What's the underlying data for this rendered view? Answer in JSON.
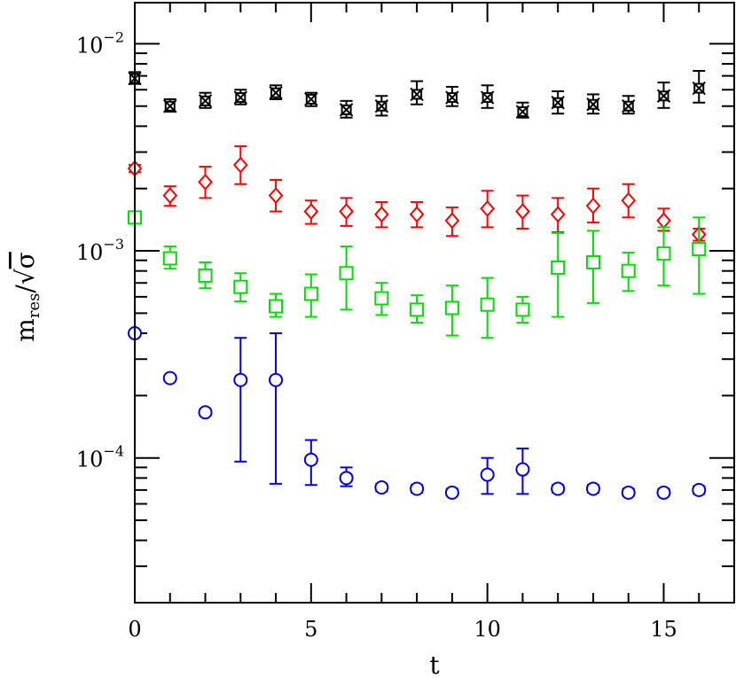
{
  "chart_data": {
    "type": "scatter",
    "xlabel": "t",
    "ylabel": {
      "base": "m",
      "subscript": "res",
      "separator": "/",
      "radical": "√",
      "symbol": "σ"
    },
    "yscale": "log",
    "xlim": [
      0,
      17
    ],
    "ylim": [
      2e-05,
      0.0158
    ],
    "x_ticks": [
      {
        "value": 0,
        "label": "0"
      },
      {
        "value": 5,
        "label": "5"
      },
      {
        "value": 10,
        "label": "10"
      },
      {
        "value": 15,
        "label": "15"
      }
    ],
    "y_ticks": [
      {
        "value": 0.0001,
        "mantissa": "10",
        "exponent": "−4"
      },
      {
        "value": 0.001,
        "mantissa": "10",
        "exponent": "−3"
      },
      {
        "value": 0.01,
        "mantissa": "10",
        "exponent": "−2"
      }
    ],
    "grid": false,
    "legend": "none",
    "series": [
      {
        "color": "#000000",
        "marker": "star-square",
        "points": [
          {
            "x": 0,
            "y": 0.0068,
            "lo": 0.0064,
            "hi": 0.0073
          },
          {
            "x": 1,
            "y": 0.005,
            "lo": 0.0047,
            "hi": 0.0054
          },
          {
            "x": 2,
            "y": 0.0053,
            "lo": 0.0049,
            "hi": 0.0058
          },
          {
            "x": 3,
            "y": 0.0055,
            "lo": 0.0051,
            "hi": 0.006
          },
          {
            "x": 4,
            "y": 0.0058,
            "lo": 0.0054,
            "hi": 0.0063
          },
          {
            "x": 5,
            "y": 0.0054,
            "lo": 0.005,
            "hi": 0.0058
          },
          {
            "x": 6,
            "y": 0.0048,
            "lo": 0.0044,
            "hi": 0.0053
          },
          {
            "x": 7,
            "y": 0.005,
            "lo": 0.0045,
            "hi": 0.0056
          },
          {
            "x": 8,
            "y": 0.0057,
            "lo": 0.0051,
            "hi": 0.0066
          },
          {
            "x": 9,
            "y": 0.0055,
            "lo": 0.005,
            "hi": 0.0062
          },
          {
            "x": 10,
            "y": 0.0055,
            "lo": 0.0049,
            "hi": 0.0063
          },
          {
            "x": 11,
            "y": 0.0047,
            "lo": 0.0044,
            "hi": 0.0052
          },
          {
            "x": 12,
            "y": 0.0052,
            "lo": 0.0046,
            "hi": 0.0059
          },
          {
            "x": 13,
            "y": 0.0051,
            "lo": 0.0046,
            "hi": 0.0057
          },
          {
            "x": 14,
            "y": 0.005,
            "lo": 0.0046,
            "hi": 0.0056
          },
          {
            "x": 15,
            "y": 0.0056,
            "lo": 0.0049,
            "hi": 0.0065
          },
          {
            "x": 16,
            "y": 0.0061,
            "lo": 0.0052,
            "hi": 0.0074
          }
        ]
      },
      {
        "color": "#ff0000",
        "marker": "diamond",
        "points": [
          {
            "x": 0,
            "y": 0.0025,
            "lo": 0.0024,
            "hi": 0.0026
          },
          {
            "x": 1,
            "y": 0.00185,
            "lo": 0.00165,
            "hi": 0.00205
          },
          {
            "x": 2,
            "y": 0.00215,
            "lo": 0.0018,
            "hi": 0.00255
          },
          {
            "x": 3,
            "y": 0.0026,
            "lo": 0.0021,
            "hi": 0.0032
          },
          {
            "x": 4,
            "y": 0.00185,
            "lo": 0.00155,
            "hi": 0.0022
          },
          {
            "x": 5,
            "y": 0.00155,
            "lo": 0.00135,
            "hi": 0.00175
          },
          {
            "x": 6,
            "y": 0.00155,
            "lo": 0.00132,
            "hi": 0.0018
          },
          {
            "x": 7,
            "y": 0.0015,
            "lo": 0.0013,
            "hi": 0.00172
          },
          {
            "x": 8,
            "y": 0.0015,
            "lo": 0.0013,
            "hi": 0.00172
          },
          {
            "x": 9,
            "y": 0.0014,
            "lo": 0.00118,
            "hi": 0.00162
          },
          {
            "x": 10,
            "y": 0.0016,
            "lo": 0.0013,
            "hi": 0.00195
          },
          {
            "x": 11,
            "y": 0.00155,
            "lo": 0.00128,
            "hi": 0.00185
          },
          {
            "x": 12,
            "y": 0.0015,
            "lo": 0.00123,
            "hi": 0.0018
          },
          {
            "x": 13,
            "y": 0.00165,
            "lo": 0.00137,
            "hi": 0.002
          },
          {
            "x": 14,
            "y": 0.00175,
            "lo": 0.00145,
            "hi": 0.0021
          },
          {
            "x": 15,
            "y": 0.0014,
            "lo": 0.00125,
            "hi": 0.0016
          },
          {
            "x": 16,
            "y": 0.0012,
            "lo": 0.00112,
            "hi": 0.00128
          }
        ]
      },
      {
        "color": "#00dd00",
        "marker": "square",
        "points": [
          {
            "x": 0,
            "y": 0.00145,
            "lo": 0.0014,
            "hi": 0.0015
          },
          {
            "x": 1,
            "y": 0.00092,
            "lo": 0.00082,
            "hi": 0.00105
          },
          {
            "x": 2,
            "y": 0.00076,
            "lo": 0.00066,
            "hi": 0.00088
          },
          {
            "x": 3,
            "y": 0.00067,
            "lo": 0.00057,
            "hi": 0.00078
          },
          {
            "x": 4,
            "y": 0.00054,
            "lo": 0.00048,
            "hi": 0.00062
          },
          {
            "x": 5,
            "y": 0.00062,
            "lo": 0.00048,
            "hi": 0.00077
          },
          {
            "x": 6,
            "y": 0.00078,
            "lo": 0.00052,
            "hi": 0.00105
          },
          {
            "x": 7,
            "y": 0.00059,
            "lo": 0.00049,
            "hi": 0.0007
          },
          {
            "x": 8,
            "y": 0.00052,
            "lo": 0.00045,
            "hi": 0.00061
          },
          {
            "x": 9,
            "y": 0.00053,
            "lo": 0.00039,
            "hi": 0.00068
          },
          {
            "x": 10,
            "y": 0.00055,
            "lo": 0.00038,
            "hi": 0.00074
          },
          {
            "x": 11,
            "y": 0.00052,
            "lo": 0.00045,
            "hi": 0.0006
          },
          {
            "x": 12,
            "y": 0.00083,
            "lo": 0.00048,
            "hi": 0.00122
          },
          {
            "x": 13,
            "y": 0.00088,
            "lo": 0.00056,
            "hi": 0.00125
          },
          {
            "x": 14,
            "y": 0.0008,
            "lo": 0.00064,
            "hi": 0.00098
          },
          {
            "x": 15,
            "y": 0.00097,
            "lo": 0.00068,
            "hi": 0.0013
          },
          {
            "x": 16,
            "y": 0.00102,
            "lo": 0.00062,
            "hi": 0.00145
          }
        ]
      },
      {
        "color": "#0000dd",
        "marker": "circle",
        "points": [
          {
            "x": 0,
            "y": 0.0004,
            "lo": 0.000392,
            "hi": 0.000408
          },
          {
            "x": 1,
            "y": 0.000243,
            "lo": 0.000236,
            "hi": 0.00025
          },
          {
            "x": 2,
            "y": 0.000166,
            "lo": 0.00016,
            "hi": 0.000172
          },
          {
            "x": 3,
            "y": 0.000238,
            "lo": 9.6e-05,
            "hi": 0.00038
          },
          {
            "x": 4,
            "y": 0.000238,
            "lo": 7.5e-05,
            "hi": 0.0004
          },
          {
            "x": 5,
            "y": 9.8e-05,
            "lo": 7.4e-05,
            "hi": 0.000122
          },
          {
            "x": 6,
            "y": 8e-05,
            "lo": 7.3e-05,
            "hi": 9e-05
          },
          {
            "x": 7,
            "y": 7.2e-05,
            "lo": 6.9e-05,
            "hi": 7.5e-05
          },
          {
            "x": 8,
            "y": 7.1e-05,
            "lo": 6.8e-05,
            "hi": 7.4e-05
          },
          {
            "x": 9,
            "y": 6.8e-05,
            "lo": 6.6e-05,
            "hi": 7.1e-05
          },
          {
            "x": 10,
            "y": 8.3e-05,
            "lo": 6.7e-05,
            "hi": 0.0001
          },
          {
            "x": 11,
            "y": 8.8e-05,
            "lo": 6.7e-05,
            "hi": 0.000111
          },
          {
            "x": 12,
            "y": 7.1e-05,
            "lo": 6.8e-05,
            "hi": 7.4e-05
          },
          {
            "x": 13,
            "y": 7.1e-05,
            "lo": 6.8e-05,
            "hi": 7.4e-05
          },
          {
            "x": 14,
            "y": 6.8e-05,
            "lo": 6.6e-05,
            "hi": 7.1e-05
          },
          {
            "x": 15,
            "y": 6.8e-05,
            "lo": 6.6e-05,
            "hi": 7.1e-05
          },
          {
            "x": 16,
            "y": 7e-05,
            "lo": 6.7e-05,
            "hi": 7.3e-05
          }
        ]
      }
    ]
  }
}
